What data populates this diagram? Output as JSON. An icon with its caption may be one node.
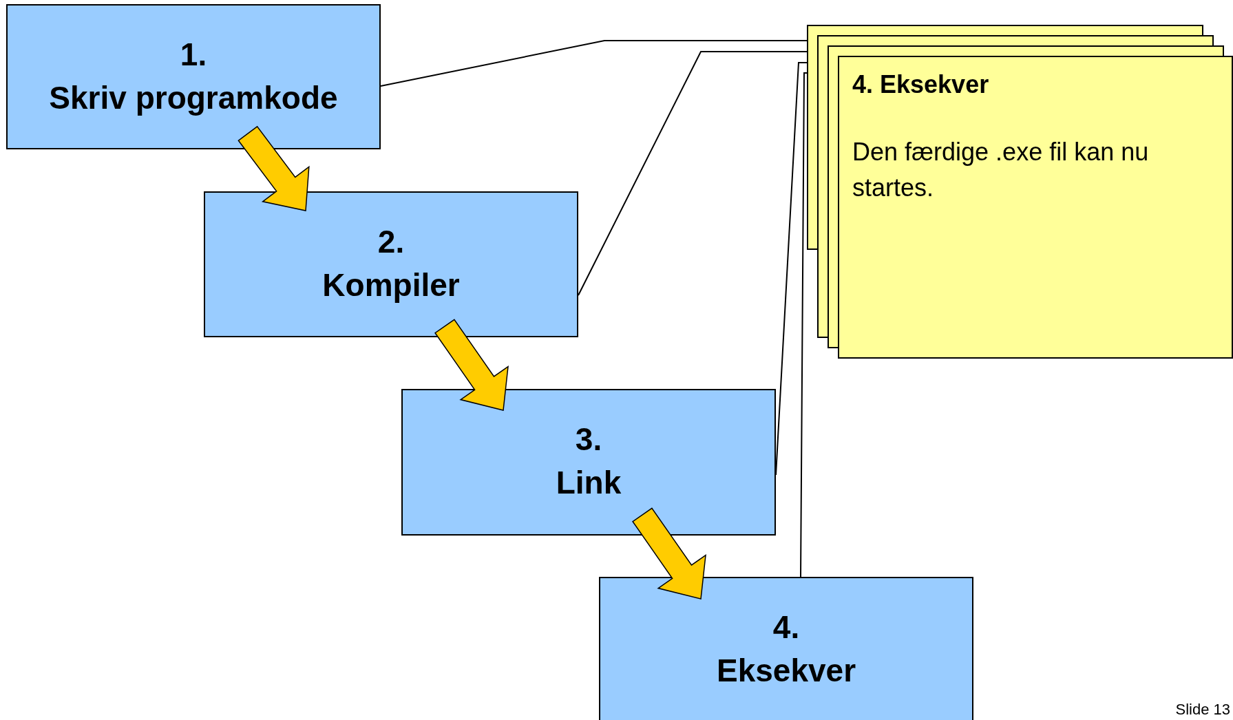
{
  "diagram": {
    "nodes": [
      {
        "text": [
          "1.",
          "Skriv programkode"
        ]
      },
      {
        "text": [
          "2.",
          "Kompiler"
        ]
      },
      {
        "text": [
          "3.",
          "Link"
        ]
      },
      {
        "text": [
          "4.",
          "Eksekver"
        ]
      },
      {
        "text": [
          "4. Eksekver",
          "Den færdige .exe fil kan nu startes."
        ]
      }
    ],
    "edges": [
      {
        "from": 0,
        "to": 1,
        "arrow": "to",
        "style": "thick",
        "color": "#ffcc00"
      },
      {
        "from": 1,
        "to": 2,
        "arrow": "to",
        "style": "thick",
        "color": "#ffcc00"
      },
      {
        "from": 2,
        "to": 3,
        "arrow": "to",
        "style": "thick",
        "color": "#ffcc00"
      },
      {
        "from": 0,
        "to": 4,
        "arrow": "none"
      },
      {
        "from": 1,
        "to": 4,
        "arrow": "none"
      },
      {
        "from": 2,
        "to": 4,
        "arrow": "none"
      },
      {
        "from": 3,
        "to": 4,
        "arrow": "none"
      }
    ],
    "labels": [
      "Slide 13"
    ]
  }
}
